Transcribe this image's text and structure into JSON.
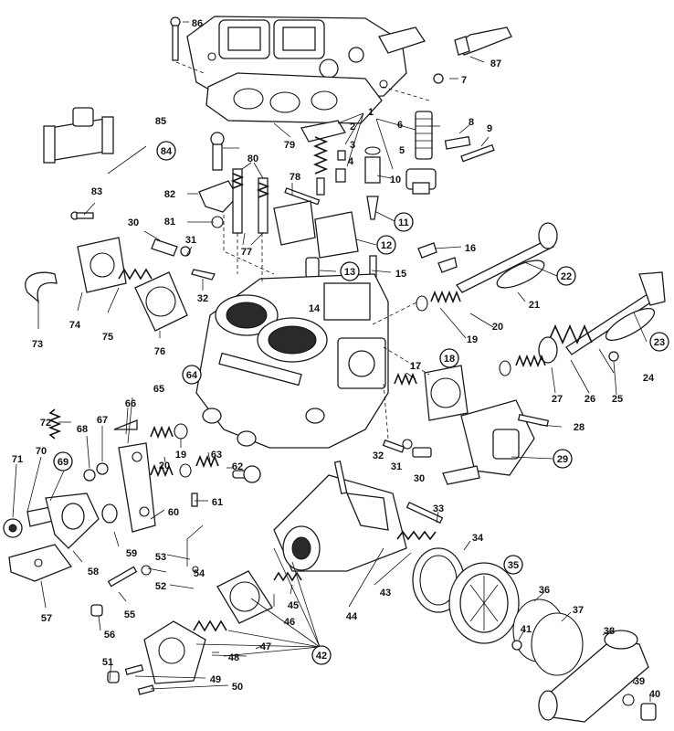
{
  "diagram": {
    "callouts": [
      {
        "id": "1",
        "circled": false
      },
      {
        "id": "2",
        "circled": false
      },
      {
        "id": "3",
        "circled": false
      },
      {
        "id": "4",
        "circled": false
      },
      {
        "id": "5",
        "circled": false
      },
      {
        "id": "6",
        "circled": false
      },
      {
        "id": "7",
        "circled": false
      },
      {
        "id": "8",
        "circled": false
      },
      {
        "id": "9",
        "circled": false
      },
      {
        "id": "10",
        "circled": false
      },
      {
        "id": "11",
        "circled": true
      },
      {
        "id": "12",
        "circled": true
      },
      {
        "id": "13",
        "circled": true
      },
      {
        "id": "14",
        "circled": false
      },
      {
        "id": "15",
        "circled": false
      },
      {
        "id": "16",
        "circled": false
      },
      {
        "id": "17",
        "circled": false
      },
      {
        "id": "18",
        "circled": true
      },
      {
        "id": "19",
        "circled": false
      },
      {
        "id": "19b",
        "label": "19",
        "circled": false
      },
      {
        "id": "20",
        "circled": false
      },
      {
        "id": "20b",
        "label": "20",
        "circled": false
      },
      {
        "id": "21",
        "circled": false
      },
      {
        "id": "22",
        "circled": true
      },
      {
        "id": "23",
        "circled": true
      },
      {
        "id": "24",
        "circled": false
      },
      {
        "id": "25",
        "circled": false
      },
      {
        "id": "26",
        "circled": false
      },
      {
        "id": "27",
        "circled": false
      },
      {
        "id": "28",
        "circled": false
      },
      {
        "id": "29",
        "circled": true
      },
      {
        "id": "30",
        "circled": false
      },
      {
        "id": "30b",
        "label": "30",
        "circled": false
      },
      {
        "id": "31",
        "circled": false
      },
      {
        "id": "31b",
        "label": "31",
        "circled": false
      },
      {
        "id": "32",
        "circled": false
      },
      {
        "id": "32b",
        "label": "32",
        "circled": false
      },
      {
        "id": "33",
        "circled": false
      },
      {
        "id": "34",
        "circled": false
      },
      {
        "id": "35",
        "circled": true
      },
      {
        "id": "36",
        "circled": false
      },
      {
        "id": "37",
        "circled": false
      },
      {
        "id": "38",
        "circled": false
      },
      {
        "id": "39",
        "circled": false
      },
      {
        "id": "40",
        "circled": false
      },
      {
        "id": "41",
        "circled": false
      },
      {
        "id": "42",
        "circled": true
      },
      {
        "id": "43",
        "circled": false
      },
      {
        "id": "44",
        "circled": false
      },
      {
        "id": "45",
        "circled": false
      },
      {
        "id": "46",
        "circled": false
      },
      {
        "id": "47",
        "circled": false
      },
      {
        "id": "48",
        "circled": false
      },
      {
        "id": "49",
        "circled": false
      },
      {
        "id": "50",
        "circled": false
      },
      {
        "id": "51",
        "circled": false
      },
      {
        "id": "52",
        "circled": false
      },
      {
        "id": "53",
        "circled": false
      },
      {
        "id": "54",
        "circled": false
      },
      {
        "id": "55",
        "circled": false
      },
      {
        "id": "56",
        "circled": false
      },
      {
        "id": "57",
        "circled": false
      },
      {
        "id": "58",
        "circled": false
      },
      {
        "id": "59",
        "circled": false
      },
      {
        "id": "60",
        "circled": false
      },
      {
        "id": "61",
        "circled": false
      },
      {
        "id": "62",
        "circled": false
      },
      {
        "id": "63",
        "circled": false
      },
      {
        "id": "64",
        "circled": true
      },
      {
        "id": "65",
        "circled": false
      },
      {
        "id": "66",
        "circled": false
      },
      {
        "id": "67",
        "circled": false
      },
      {
        "id": "68",
        "circled": false
      },
      {
        "id": "69",
        "circled": true
      },
      {
        "id": "70",
        "circled": false
      },
      {
        "id": "71",
        "circled": false
      },
      {
        "id": "72",
        "circled": false
      },
      {
        "id": "73",
        "circled": false
      },
      {
        "id": "74",
        "circled": false
      },
      {
        "id": "75",
        "circled": false
      },
      {
        "id": "76",
        "circled": false
      },
      {
        "id": "77",
        "circled": false
      },
      {
        "id": "78",
        "circled": false
      },
      {
        "id": "79",
        "circled": false
      },
      {
        "id": "80",
        "circled": false
      },
      {
        "id": "81",
        "circled": false
      },
      {
        "id": "82",
        "circled": false
      },
      {
        "id": "83",
        "circled": false
      },
      {
        "id": "84",
        "circled": true
      },
      {
        "id": "85",
        "circled": false
      },
      {
        "id": "86",
        "circled": false
      },
      {
        "id": "87",
        "circled": false
      }
    ]
  }
}
